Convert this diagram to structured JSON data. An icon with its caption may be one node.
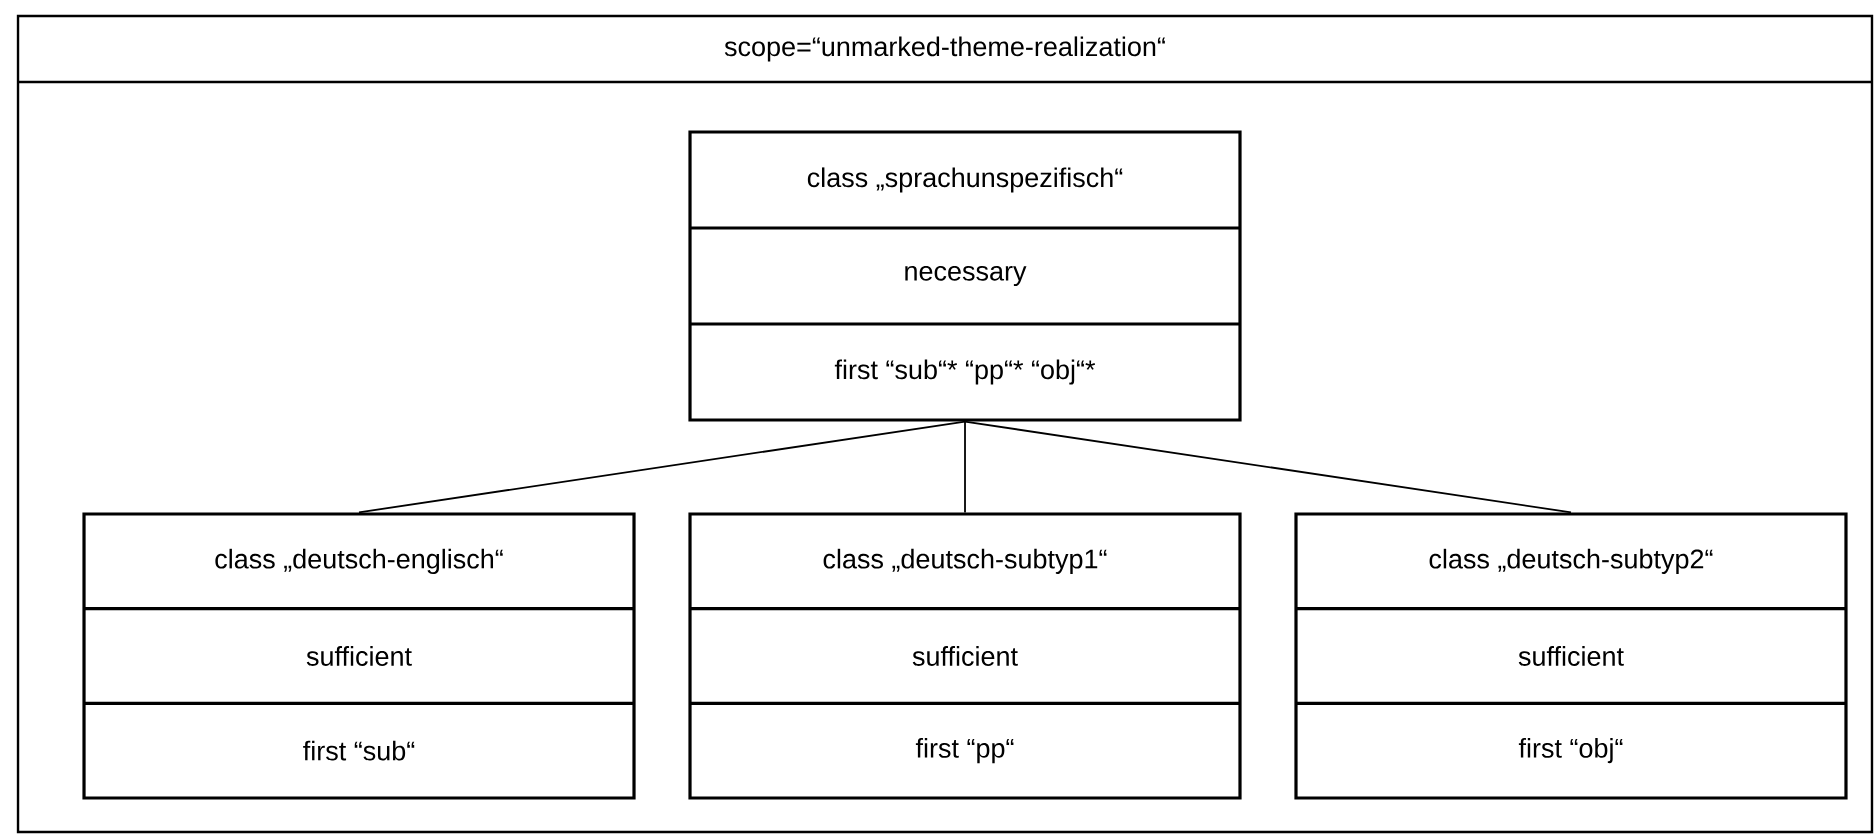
{
  "diagram": {
    "nodes": [
      {
        "text": [
          "scope=“unmarked-theme-realization“"
        ]
      },
      {
        "text": [
          "class „sprachunspezifisch“",
          "necessary",
          "first “sub“* “pp“* “obj“*"
        ],
        "in": 0
      },
      {
        "text": [
          "class „deutsch-englisch“",
          "sufficient",
          "first “sub“"
        ],
        "in": 0
      },
      {
        "text": [
          "class „deutsch-subtyp1“",
          "sufficient",
          "first “pp“"
        ],
        "in": 0
      },
      {
        "text": [
          "class „deutsch-subtyp2“",
          "sufficient",
          "first “obj“"
        ],
        "in": 0
      }
    ],
    "edges": [
      {
        "from": 1,
        "to": 2,
        "arrow": "none"
      },
      {
        "from": 1,
        "to": 3,
        "arrow": "none"
      },
      {
        "from": 1,
        "to": 4,
        "arrow": "none"
      }
    ]
  }
}
